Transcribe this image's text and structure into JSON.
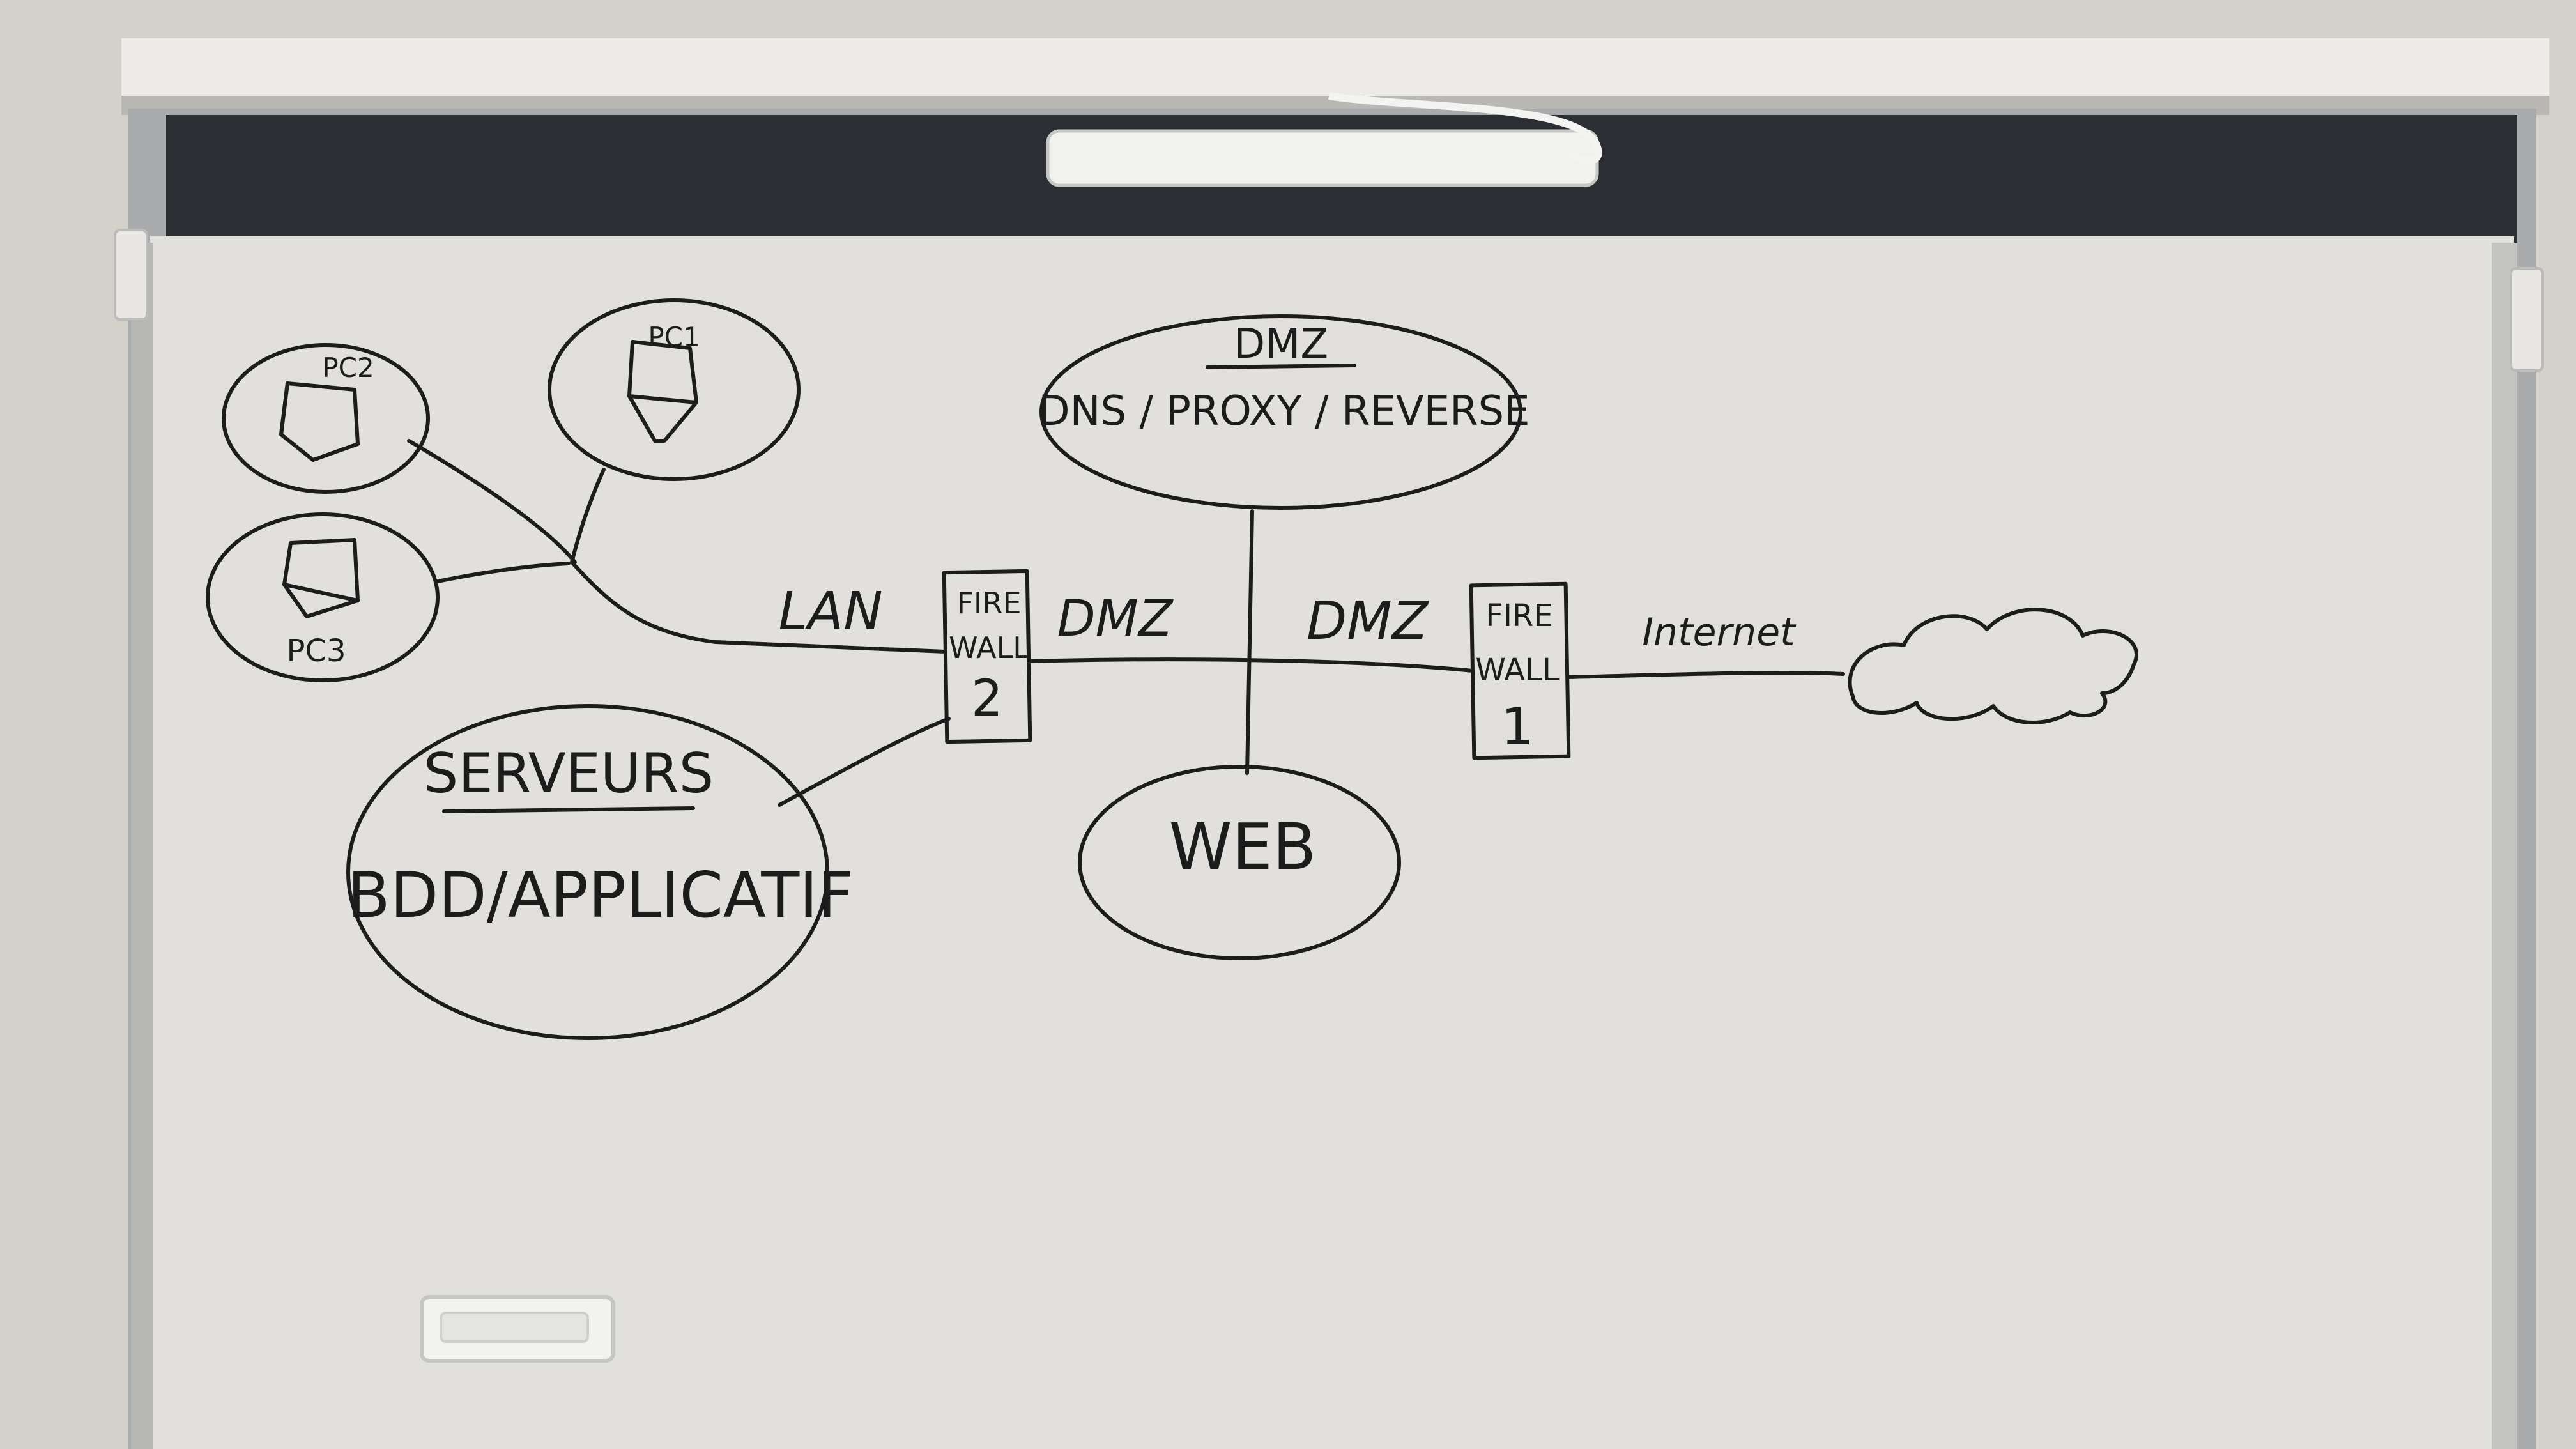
{
  "whiteboard": {
    "colors": {
      "wall": "#d6d3cd",
      "board": "#e3e1dd",
      "board_frame": "#a9abad",
      "top_strip": "#2b2e33",
      "rail": "#ecebe7",
      "ink": "#1c1c1c"
    }
  },
  "diagram": {
    "nodes": {
      "pc1": {
        "label": "PC1",
        "icon": "laptop-icon"
      },
      "pc2": {
        "label": "PC2",
        "icon": "laptop-icon"
      },
      "pc3": {
        "label": "PC3",
        "icon": "laptop-icon"
      },
      "dmz_services": {
        "title": "DMZ",
        "label": "DNS / PROXY / REVERSE"
      },
      "servers": {
        "title": "SERVEURS",
        "label": "BDD/APPLICATIF"
      },
      "web": {
        "label": "WEB"
      },
      "firewall2": {
        "line1": "FIRE",
        "line2": "WALL",
        "number": "2"
      },
      "firewall1": {
        "line1": "FIRE",
        "line2": "WALL",
        "number": "1"
      },
      "internet": {
        "icon": "cloud-icon"
      }
    },
    "links": {
      "lan": "LAN",
      "dmz_left": "DMZ",
      "dmz_right": "DMZ",
      "internet": "Internet"
    }
  }
}
